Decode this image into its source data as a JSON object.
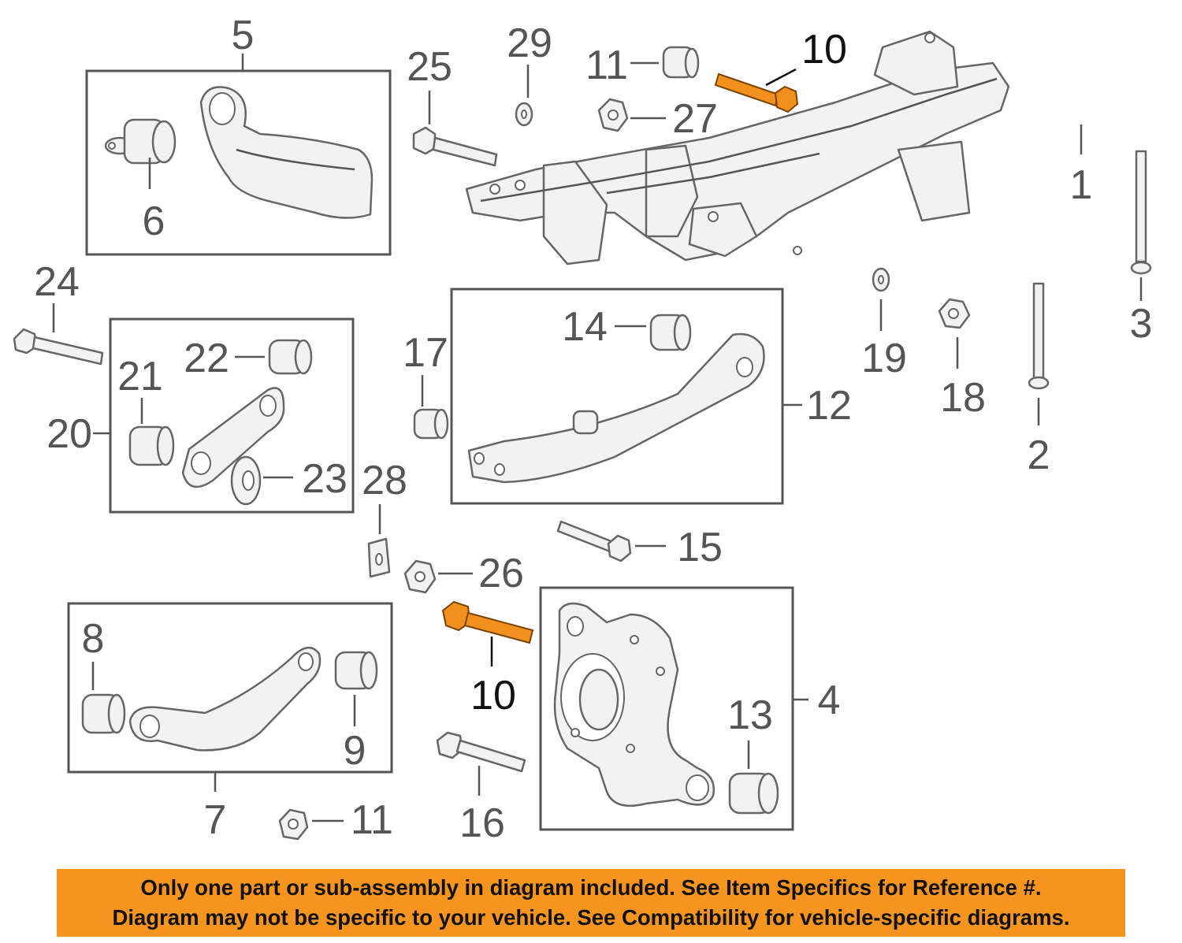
{
  "callouts": [
    {
      "id": "c5",
      "text": "5"
    },
    {
      "id": "c6",
      "text": "6"
    },
    {
      "id": "c25",
      "text": "25"
    },
    {
      "id": "c29",
      "text": "29"
    },
    {
      "id": "c11a",
      "text": "11"
    },
    {
      "id": "c10a",
      "text": "10"
    },
    {
      "id": "c27",
      "text": "27"
    },
    {
      "id": "c1",
      "text": "1"
    },
    {
      "id": "c3",
      "text": "3"
    },
    {
      "id": "c24",
      "text": "24"
    },
    {
      "id": "c22",
      "text": "22"
    },
    {
      "id": "c21",
      "text": "21"
    },
    {
      "id": "c20",
      "text": "20"
    },
    {
      "id": "c23",
      "text": "23"
    },
    {
      "id": "c17",
      "text": "17"
    },
    {
      "id": "c14",
      "text": "14"
    },
    {
      "id": "c12",
      "text": "12"
    },
    {
      "id": "c19",
      "text": "19"
    },
    {
      "id": "c18",
      "text": "18"
    },
    {
      "id": "c2",
      "text": "2"
    },
    {
      "id": "c28",
      "text": "28"
    },
    {
      "id": "c15",
      "text": "15"
    },
    {
      "id": "c26",
      "text": "26"
    },
    {
      "id": "c10b",
      "text": "10"
    },
    {
      "id": "c8",
      "text": "8"
    },
    {
      "id": "c9",
      "text": "9"
    },
    {
      "id": "c7",
      "text": "7"
    },
    {
      "id": "c11b",
      "text": "11"
    },
    {
      "id": "c16",
      "text": "16"
    },
    {
      "id": "c4",
      "text": "4"
    },
    {
      "id": "c13",
      "text": "13"
    }
  ],
  "highlighted_part": "10",
  "colors": {
    "highlight": "#f2901e",
    "banner": "#f5941f",
    "line": "#555555"
  },
  "banner": {
    "line1": "Only one part or sub-assembly in diagram included. See Item Specifics for Reference #.",
    "line2": "Diagram may not be specific to your vehicle. See Compatibility for vehicle-specific diagrams."
  }
}
